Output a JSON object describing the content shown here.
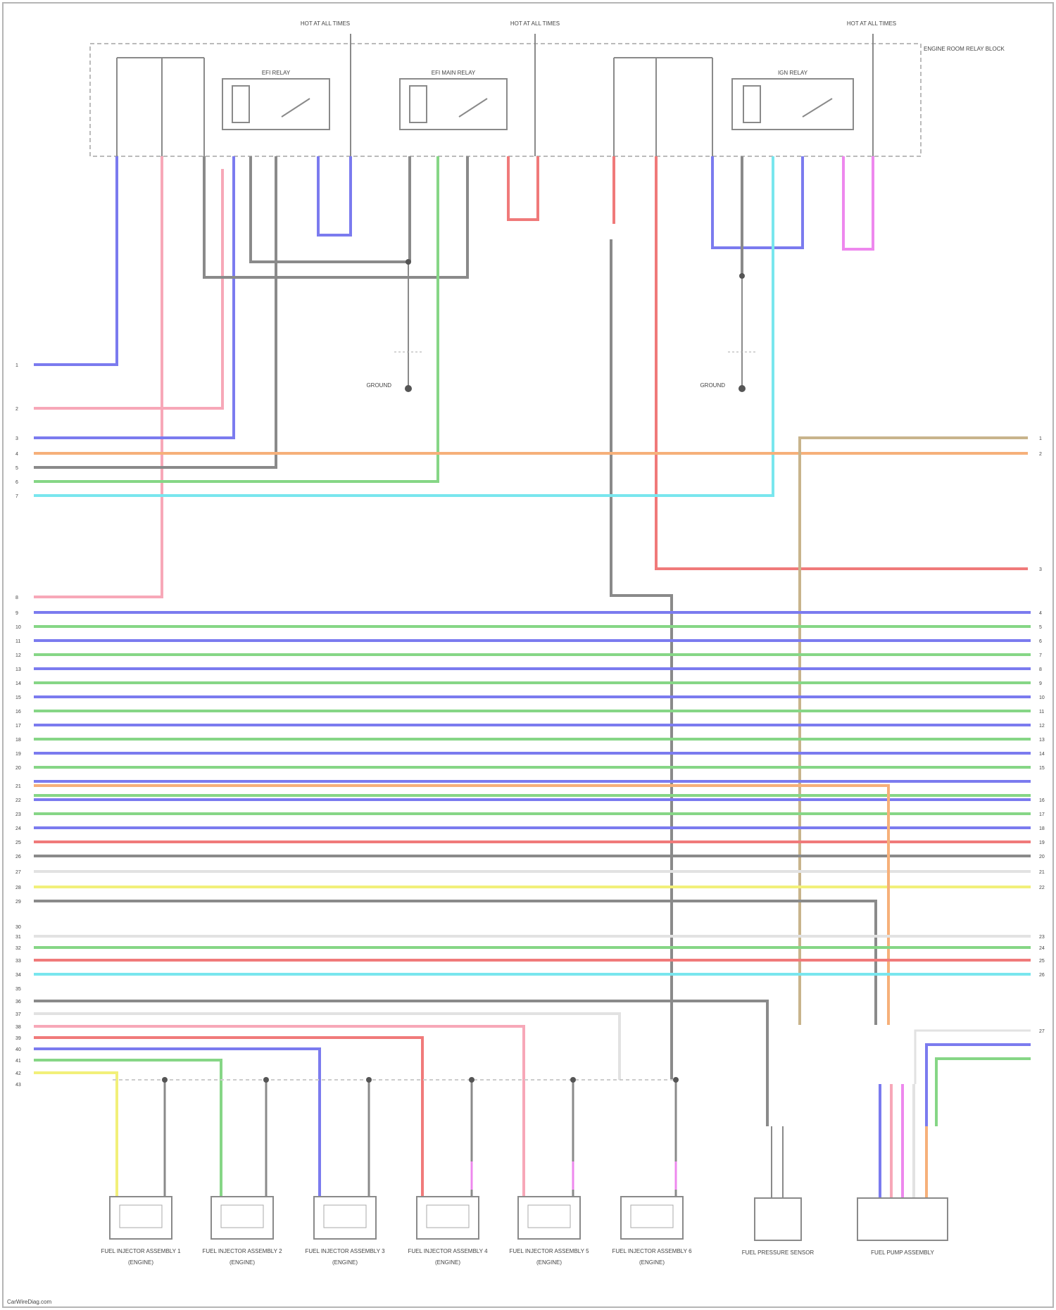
{
  "colors": {
    "blu": "#7b7bef",
    "pnk": "#f7a8b8",
    "red": "#f07a7a",
    "orn": "#f6b07a",
    "gry": "#8a8a8a",
    "grn": "#86d686",
    "lt_blu": "#79e6ee",
    "yel": "#f2f07a",
    "vio": "#ee88ee",
    "tan": "#c8b48c",
    "wht": "#e2e2e2",
    "blk": "#555555"
  },
  "fuses": [
    {
      "name": "fuse-hot-all-times-left",
      "label": "HOT AT ALL TIMES"
    },
    {
      "name": "fuse-hot-all-times-mid",
      "label": "HOT AT ALL TIMES"
    },
    {
      "name": "fuse-hot-all-times-right",
      "label": "HOT AT ALL TIMES"
    }
  ],
  "relay_box_label": "ENGINE ROOM RELAY BLOCK",
  "relays": [
    {
      "name": "efi-relay",
      "label": "EFI RELAY"
    },
    {
      "name": "efi-main-relay",
      "label": "EFI MAIN RELAY"
    },
    {
      "name": "igniter-relay",
      "label": "IGN RELAY"
    }
  ],
  "left_pins": [
    "1",
    "2",
    "3",
    "4",
    "5",
    "6",
    "7",
    "8",
    "9",
    "10",
    "11",
    "12",
    "13",
    "14",
    "15",
    "16",
    "17",
    "18",
    "19",
    "20",
    "21",
    "22",
    "23",
    "24",
    "25",
    "26",
    "27",
    "28",
    "29",
    "30",
    "31",
    "32",
    "33",
    "34",
    "35",
    "36",
    "37",
    "38",
    "39",
    "40",
    "41",
    "42",
    "43"
  ],
  "right_pins": [
    "1",
    "2",
    "3",
    "4",
    "5",
    "6",
    "7",
    "8",
    "9",
    "10",
    "11",
    "12",
    "13",
    "14",
    "15",
    "16",
    "17",
    "18",
    "19",
    "20",
    "21",
    "22",
    "23",
    "24",
    "25",
    "26",
    "27"
  ],
  "wire_labels": {
    "blu": "BLU",
    "pnk": "PNK",
    "red": "RED",
    "orn": "ORN",
    "gry": "GRY",
    "grn": "GRN",
    "lt_blu": "LT BLU",
    "yel": "YEL",
    "vio": "VIO",
    "wht": "WHT",
    "blk": "BLK",
    "tan": "TAN",
    "brn": "BRN"
  },
  "grounds": [
    {
      "name": "ground-left",
      "label": "GROUND"
    },
    {
      "name": "ground-right",
      "label": "GROUND"
    }
  ],
  "injectors": [
    {
      "name": "injector-1",
      "label": "FUEL INJECTOR ASSEMBLY 1",
      "sub": "(ENGINE)"
    },
    {
      "name": "injector-2",
      "label": "FUEL INJECTOR ASSEMBLY 2",
      "sub": "(ENGINE)"
    },
    {
      "name": "injector-3",
      "label": "FUEL INJECTOR ASSEMBLY 3",
      "sub": "(ENGINE)"
    },
    {
      "name": "injector-4",
      "label": "FUEL INJECTOR ASSEMBLY 4",
      "sub": "(ENGINE)"
    },
    {
      "name": "injector-5",
      "label": "FUEL INJECTOR ASSEMBLY 5",
      "sub": "(ENGINE)"
    },
    {
      "name": "injector-6",
      "label": "FUEL INJECTOR ASSEMBLY 6",
      "sub": "(ENGINE)"
    }
  ],
  "bottom_components": [
    {
      "name": "fuel-pressure-sensor",
      "label": "FUEL PRESSURE SENSOR"
    },
    {
      "name": "fuel-pump-assembly",
      "label": "FUEL PUMP ASSEMBLY"
    }
  ],
  "watermark": "CarWireDiag.com"
}
